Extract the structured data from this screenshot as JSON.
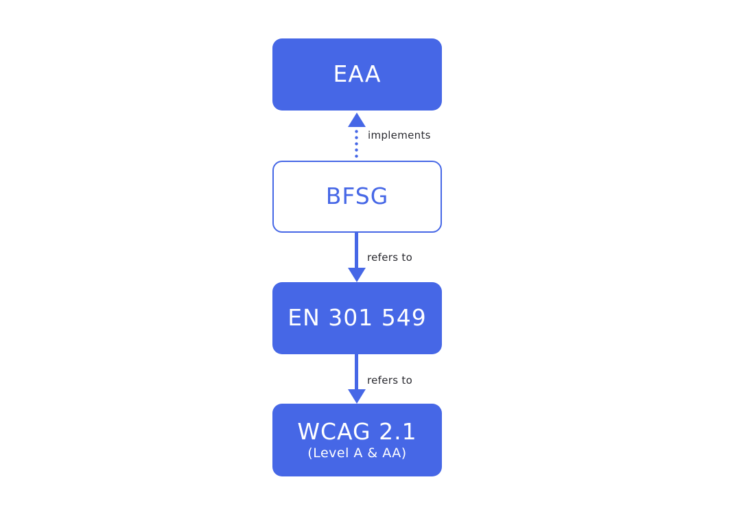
{
  "diagram": {
    "type": "flowchart",
    "colors": {
      "accent": "#4667e6",
      "background": "#ffffff",
      "node_text_light": "#ffffff",
      "edge_label_text": "#29292f"
    },
    "nodes": [
      {
        "label": "EAA",
        "variant": "filled"
      },
      {
        "label": "BFSG",
        "variant": "outline"
      },
      {
        "label": "EN 301 549",
        "variant": "filled"
      },
      {
        "label": "WCAG 2.1",
        "sublabel": "(Level A & AA)",
        "variant": "filled"
      }
    ],
    "edges": [
      {
        "from": "BFSG",
        "to": "EAA",
        "label": "implements",
        "style": "dotted",
        "direction": "up"
      },
      {
        "from": "BFSG",
        "to": "EN 301 549",
        "label": "refers to",
        "style": "solid",
        "direction": "down"
      },
      {
        "from": "EN 301 549",
        "to": "WCAG 2.1",
        "label": "refers to",
        "style": "solid",
        "direction": "down"
      }
    ]
  }
}
